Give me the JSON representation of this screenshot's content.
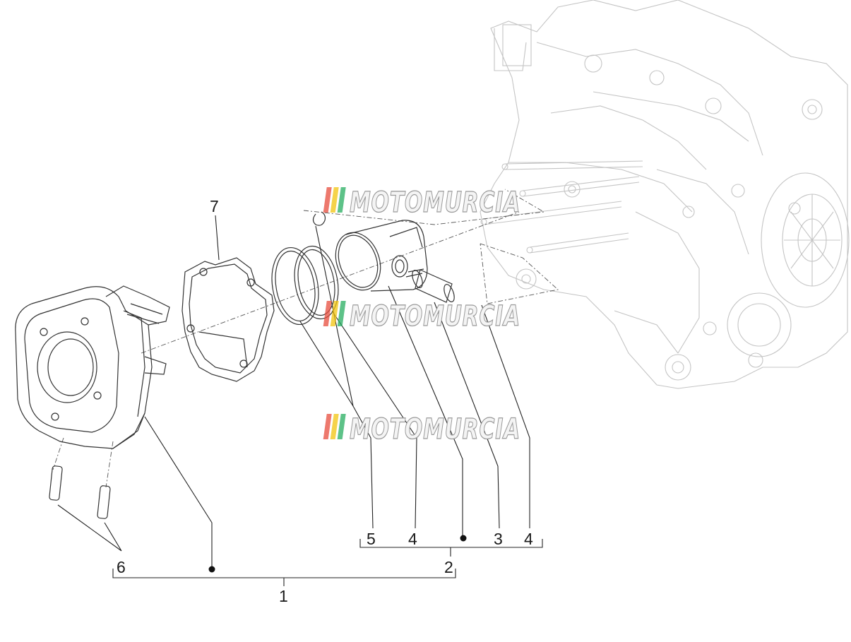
{
  "callouts": {
    "c1": "1",
    "c2": "2",
    "c3": "3",
    "c4a": "4",
    "c4b": "4",
    "c5": "5",
    "c6": "6",
    "c7": "7"
  },
  "watermark": {
    "text": "MOTOMURCIA",
    "stripe_colors": [
      "#e74c3c",
      "#f1c40f",
      "#27ae60"
    ]
  }
}
